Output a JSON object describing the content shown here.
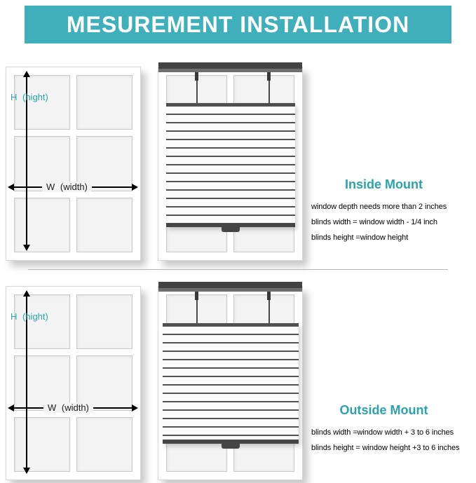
{
  "header": {
    "title": "MESUREMENT INSTALLATION"
  },
  "colors": {
    "accent": "#3fb0bb",
    "accent_text": "#2aa3ac",
    "rail": "#454545"
  },
  "sections": [
    {
      "height_label": "H (hight)",
      "width_label": "W (width)",
      "mount_title": "Inside Mount",
      "lines": [
        "window depth needs more than 2 inches",
        "blinds width = window width - 1/4 inch",
        "blinds height =window height"
      ]
    },
    {
      "height_label": "H (hight)",
      "width_label": "W (width)",
      "mount_title": "Outside Mount",
      "lines": [
        "blinds width =window width + 3 to 6 inches",
        "blinds height = window height +3 to 6 inches"
      ]
    }
  ]
}
